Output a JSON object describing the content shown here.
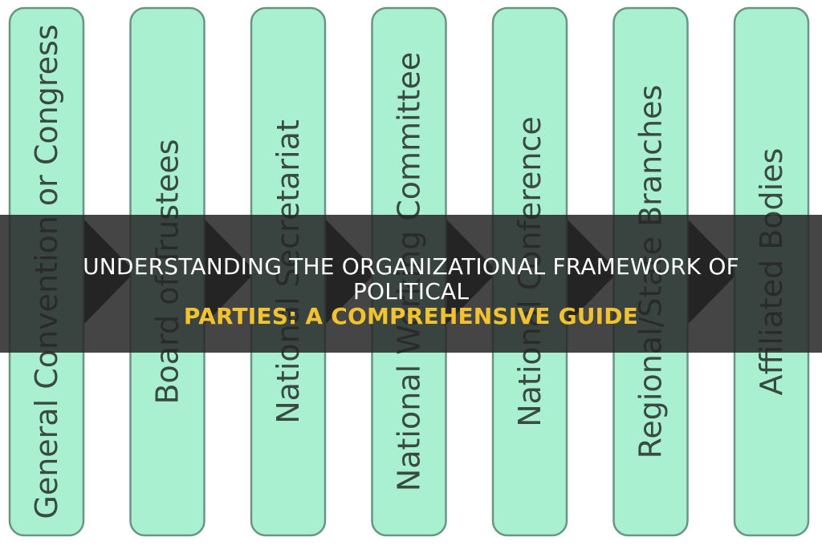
{
  "diagram": {
    "stages": [
      "General Convention or Congress",
      "Board of Trustees",
      "National Secretariat",
      "National Working Committee",
      "National Conference",
      "Regional/State Branches",
      "Affiliated Bodies"
    ],
    "box_fill": "#a8f0d0",
    "box_stroke": "#6a9483",
    "arrow_color": "#1a1a1a",
    "text_color": "#3a4a43"
  },
  "banner": {
    "title_line1": "UNDERSTANDING THE ORGANIZATIONAL FRAMEWORK OF POLITICAL",
    "title_line2": "PARTIES: A COMPREHENSIVE GUIDE",
    "title_color": "#ffffff",
    "accent_color": "#f2c230"
  }
}
